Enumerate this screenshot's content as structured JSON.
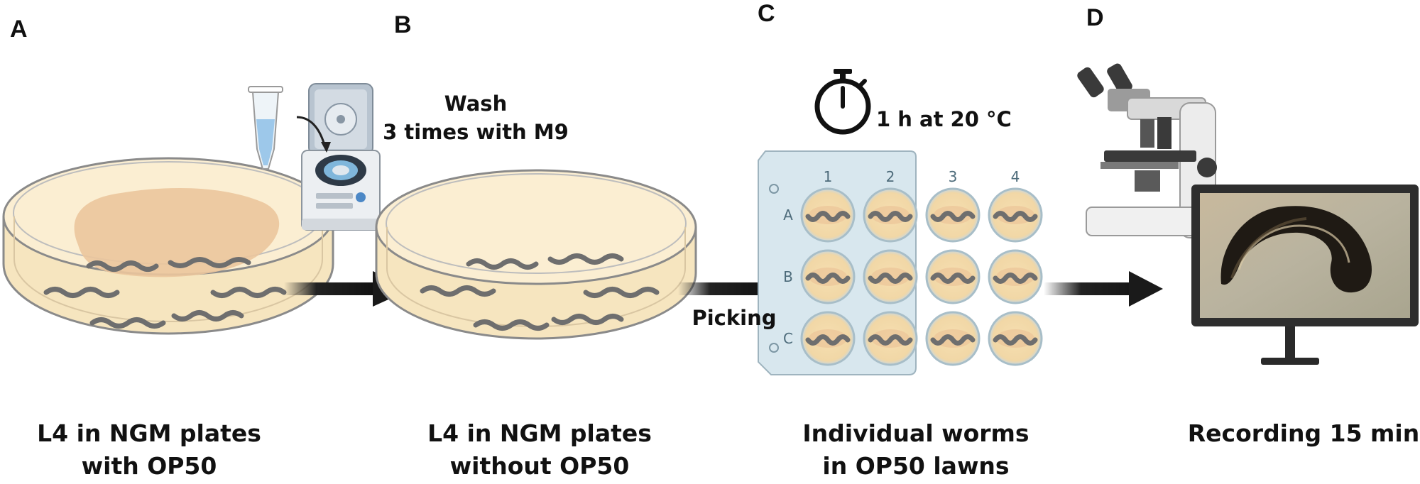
{
  "panels": {
    "a": {
      "letter": "A",
      "caption_line1": "L4 in NGM plates",
      "caption_line2": "with OP50"
    },
    "b": {
      "letter": "B",
      "caption_line1": "L4 in NGM plates",
      "caption_line2": "without OP50",
      "wash_line1": "Wash",
      "wash_line2": "3 times with M9"
    },
    "c": {
      "letter": "C",
      "caption_line1": "Individual worms",
      "caption_line2": "in OP50 lawns",
      "time_label": "1 h at 20 °C",
      "arrow_label": "Picking",
      "columns": [
        "1",
        "2",
        "3",
        "4"
      ],
      "rows": [
        "A",
        "B",
        "C"
      ]
    },
    "d": {
      "letter": "D",
      "caption": "Recording 15 min"
    }
  },
  "icons": [
    "petri-dish-icon",
    "tube-icon",
    "centrifuge-icon",
    "stopwatch-icon",
    "well-plate-icon",
    "microscope-icon",
    "monitor-icon",
    "worm-icon",
    "arrow-icon"
  ],
  "colors": {
    "agar": "#f8e7c2",
    "lawn": "#ecc59a",
    "worm": "#6e6e6e",
    "arrow": "#222222",
    "plate": "#d6e6ec"
  }
}
